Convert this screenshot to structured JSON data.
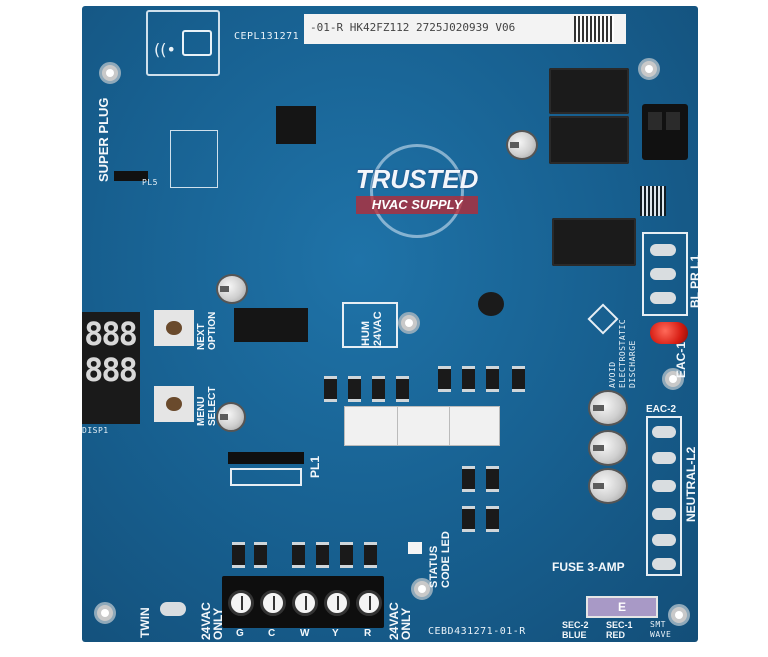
{
  "board": {
    "label_strip": "-01-R  HK42FZ112  2725J020939  V06",
    "part_top": "CEPL131271",
    "part_bottom": "CEBD431271-01-R",
    "super_plug": "SUPER PLUG",
    "next_option": "NEXT OPTION",
    "menu_select": "MENU SELECT",
    "hum_24vac": "HUM 24VAC",
    "status_code_led": "STATUS CODE LED",
    "pl1": "PL1",
    "twin": "TWIN",
    "vac_only_left": "24VAC ONLY",
    "vac_only_right": "24VAC ONLY",
    "terminal_letters": [
      "G",
      "C",
      "W",
      "Y",
      "R"
    ],
    "fuse_label": "FUSE 3-AMP",
    "fuse_letter": "E",
    "sec2_label": "SEC-2 BLUE",
    "sec1_label": "SEC-1 RED",
    "smt_wave": "SMT WAVE",
    "eac1": "EAC-1",
    "eac2": "EAC-2",
    "neutral_l2": "NEUTRAL-L2",
    "bl_pr_l1": "BL PR L1",
    "esd_warning": "AVOID ELECTROSTATIC DISCHARGE",
    "display_digits": "888",
    "disp_label": "DISP1",
    "pl5": "PL5"
  },
  "watermark": {
    "line1": "TRUSTED",
    "line2": "HVAC SUPPLY"
  },
  "colors": {
    "board": "#1a6898",
    "silkscreen": "#e9f2f8",
    "led_red": "#e0261c",
    "fuse": "#a899c6"
  }
}
